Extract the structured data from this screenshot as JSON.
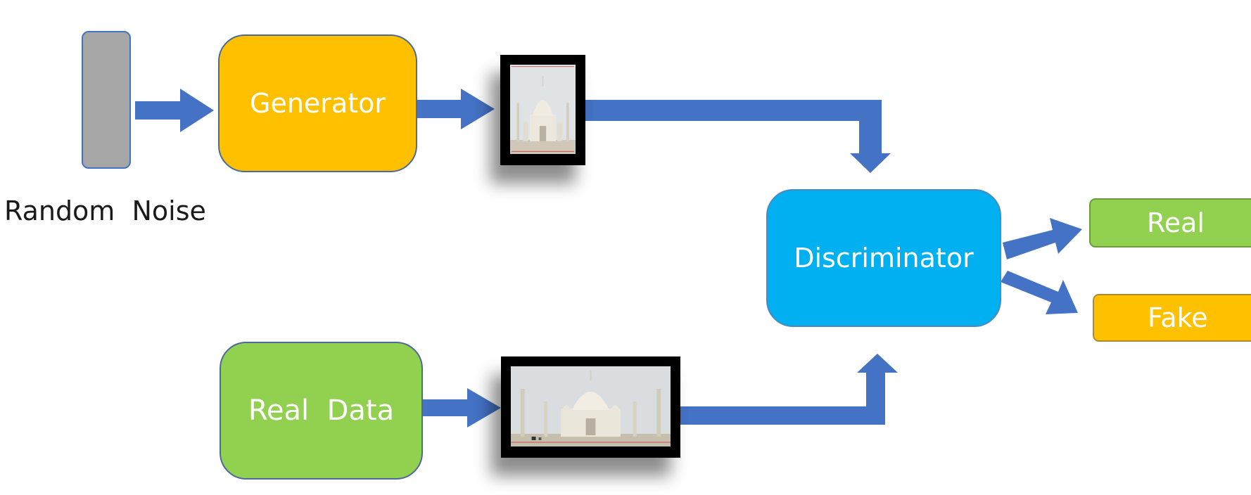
{
  "diagram": {
    "noise_label": "Random  Noise",
    "generator_label": "Generator",
    "real_data_label": "Real  Data",
    "discriminator_label": "Discriminator",
    "output_real_label": "Real",
    "output_fake_label": "Fake"
  },
  "colors": {
    "arrow": "#4472c4",
    "noise": "#a6a6a6",
    "generator": "#ffc000",
    "real_data": "#92d050",
    "discriminator": "#00b0f0",
    "output_real": "#92d050",
    "output_fake": "#ffc000"
  },
  "icons": {
    "generated_image": "taj-mahal-generated-image",
    "real_image": "taj-mahal-real-image"
  }
}
